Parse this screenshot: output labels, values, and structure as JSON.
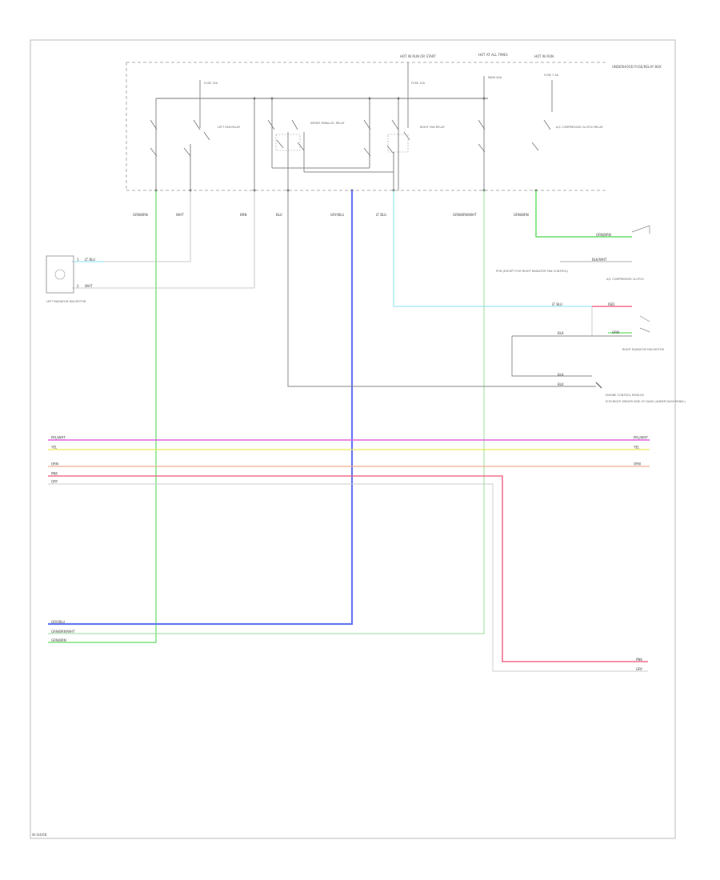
{
  "footer_code": "W-3/4/08",
  "top_labels": {
    "hot_at_all_times": "HOT AT ALL TIMES",
    "hot_in_run_start": "HOT IN RUN OR START",
    "hot_in_run": "HOT IN RUN",
    "underhood_fuse_box": "UNDERHOOD FUSE/RELAY BOX"
  },
  "fuses": [
    {
      "id": "f1",
      "label": "FUSE 15A"
    },
    {
      "id": "f2",
      "label": "FUSE 10A"
    },
    {
      "id": "f3",
      "label": "MAIN 40A"
    },
    {
      "id": "f4",
      "label": "FUSE 7.5A"
    }
  ],
  "relays": [
    {
      "id": "r1",
      "label": "LEFT FAN RELAY"
    },
    {
      "id": "r2",
      "label": "SERIES PARALLEL RELAY"
    },
    {
      "id": "r3",
      "label": "RIGHT FAN RELAY"
    },
    {
      "id": "r4",
      "label": "A/C COMPRESSOR CLUTCH RELAY"
    }
  ],
  "wire_colors_top": [
    "GRN/BRN",
    "WHT",
    "BRN",
    "BLU",
    "GRY/BLU",
    "LT BLU",
    "GRN/BRN/WHT",
    "GRN/BRN"
  ],
  "components": {
    "left_motor": "LEFT RADIATOR FAN MOTOR",
    "right_motor": "RIGHT RADIATOR FAN MOTOR",
    "compressor": "A/C COMPRESSOR CLUTCH",
    "ecm": "ENGINE CONTROL MODULE",
    "pcm_note": "PCM (EXCEPT FOR RIGHT RADIATOR FAN CONTROL)",
    "ecm_right": "ECM RIGHT DRIVER SIDE OF DASH (UNDER DASH PANEL)"
  },
  "left_motor_wires": [
    {
      "label": "LT BLU",
      "pin": "1"
    },
    {
      "label": "WHT",
      "pin": "2"
    }
  ],
  "bus_lines": [
    {
      "label": "PPL/WHT",
      "right": "PPL/WHT",
      "color": "#e060e0"
    },
    {
      "label": "YEL",
      "right": "YEL",
      "color": "#ecec50"
    },
    {
      "label": "ORN",
      "right": "ORN",
      "color": "#f2b090"
    },
    {
      "label": "PNK",
      "right": "",
      "color": "#f09aa8"
    },
    {
      "label": "GRY",
      "right": "",
      "color": "#c8c8c8"
    }
  ],
  "bottom_left_labels": [
    "GRY/BLU",
    "GRN/BRN/WHT",
    "GRN/BRN"
  ],
  "bottom_right_labels": [
    "PNK",
    "GRY"
  ],
  "right_side_labels": [
    "GRN/BRN",
    "BLK/WHT",
    "LT BLU",
    "RED",
    "BLK",
    "GRN",
    "BLK",
    "BLK"
  ],
  "colors": {
    "green": "#66dd66",
    "blue": "#6677ee",
    "cyan": "#88e0ee",
    "red": "#ee5577",
    "gray": "#888888",
    "frame": "#aaaaaa"
  }
}
